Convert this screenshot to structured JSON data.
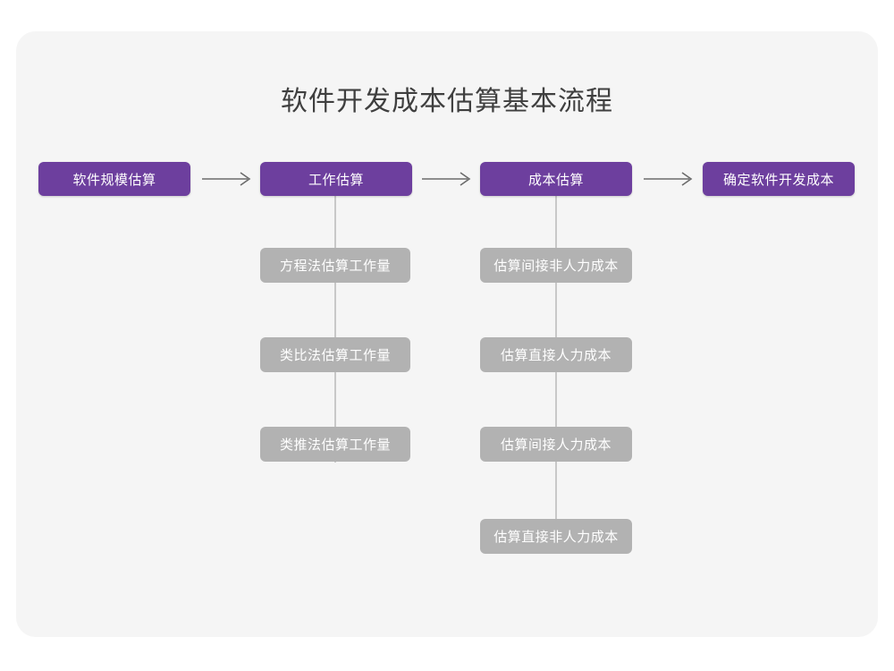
{
  "page": {
    "background_color": "#ffffff",
    "card_color": "#f5f5f5"
  },
  "diagram": {
    "title": "软件开发成本估算基本流程",
    "type": "flowchart",
    "accent_color": "#6d3f9e",
    "secondary_color": "#b2b2b2",
    "arrow_color": "#6b6b6b",
    "connector_color": "#c8c8c8",
    "stages": [
      {
        "id": "stage-1",
        "label": "软件规模估算",
        "style": "primary",
        "substeps": []
      },
      {
        "id": "stage-2",
        "label": "工作估算",
        "style": "primary",
        "substeps": [
          {
            "id": "stage-2-sub-1",
            "label": "方程法估算工作量"
          },
          {
            "id": "stage-2-sub-2",
            "label": "类比法估算工作量"
          },
          {
            "id": "stage-2-sub-3",
            "label": "类推法估算工作量"
          }
        ]
      },
      {
        "id": "stage-3",
        "label": "成本估算",
        "style": "primary",
        "substeps": [
          {
            "id": "stage-3-sub-1",
            "label": "估算间接非人力成本"
          },
          {
            "id": "stage-3-sub-2",
            "label": "估算直接人力成本"
          },
          {
            "id": "stage-3-sub-3",
            "label": "估算间接人力成本"
          },
          {
            "id": "stage-3-sub-4",
            "label": "估算直接非人力成本"
          }
        ]
      },
      {
        "id": "stage-4",
        "label": "确定软件开发成本",
        "style": "primary",
        "substeps": []
      }
    ],
    "arrows": [
      {
        "id": "arrow-1",
        "from": "stage-1",
        "to": "stage-2",
        "glyph": "right-arrow-icon"
      },
      {
        "id": "arrow-2",
        "from": "stage-2",
        "to": "stage-3",
        "glyph": "right-arrow-icon"
      },
      {
        "id": "arrow-3",
        "from": "stage-3",
        "to": "stage-4",
        "glyph": "right-arrow-icon"
      }
    ]
  }
}
